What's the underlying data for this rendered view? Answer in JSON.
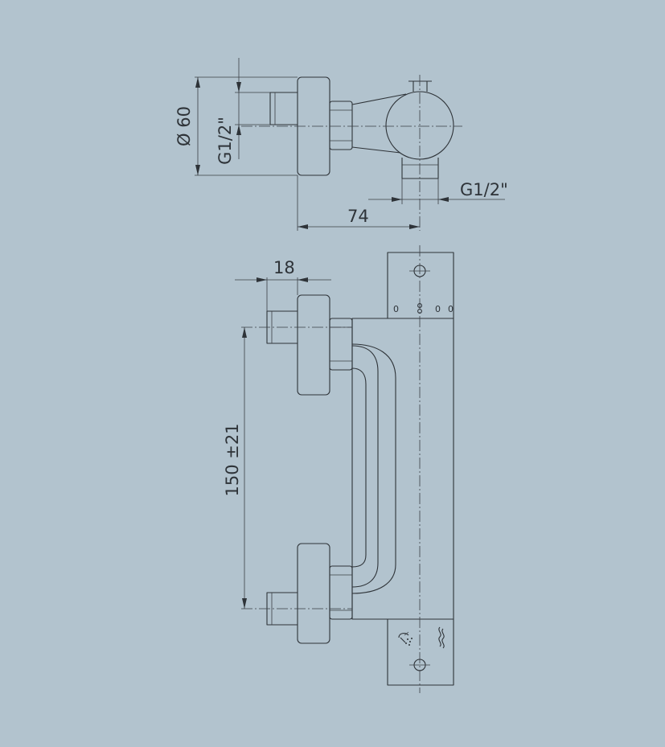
{
  "dimensions": {
    "diameter": "Ø 60",
    "thread_inlet": "G1/2\"",
    "thread_outlet": "G1/2\"",
    "depth": "74",
    "offset": "18",
    "spacing": "150 ±21"
  },
  "scale_marks": [
    "0",
    "0",
    "0"
  ],
  "icons": {
    "shower": "shower-icon",
    "wave": "wave-icon"
  },
  "colors": {
    "background": "#b2c3ce",
    "line": "#2e3338"
  }
}
